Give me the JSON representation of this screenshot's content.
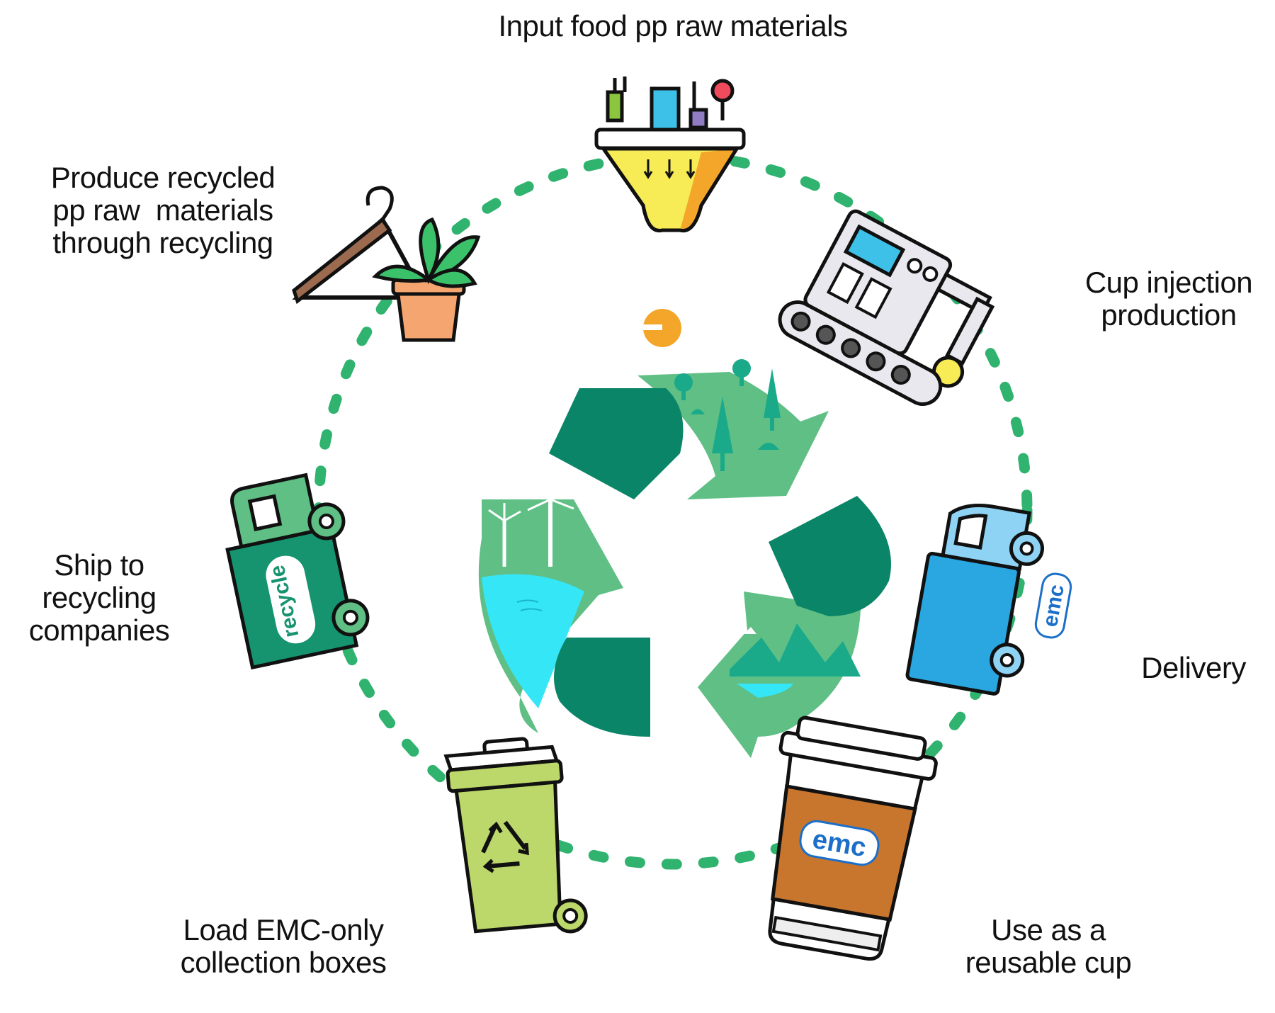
{
  "steps": [
    {
      "id": "input",
      "lines": [
        "Input food pp raw materials"
      ],
      "icon": "funnel-icon"
    },
    {
      "id": "injection",
      "lines": [
        "Cup injection",
        "production"
      ],
      "icon": "injection-machine-icon"
    },
    {
      "id": "delivery",
      "lines": [
        "Delivery"
      ],
      "icon": "delivery-truck-icon"
    },
    {
      "id": "use",
      "lines": [
        "Use as a",
        "reusable cup"
      ],
      "icon": "coffee-cup-icon"
    },
    {
      "id": "load",
      "lines": [
        "Load EMC-only",
        "collection boxes"
      ],
      "icon": "recycle-bin-icon"
    },
    {
      "id": "ship",
      "lines": [
        "Ship to",
        "recycling",
        "companies"
      ],
      "icon": "recycle-truck-icon"
    },
    {
      "id": "produce",
      "lines": [
        "Produce recycled",
        "pp raw  materials",
        "through recycling"
      ],
      "icon": "hanger-plant-icon"
    }
  ],
  "badges": {
    "emc": "emc",
    "recycle": "recycle"
  },
  "colors": {
    "dots": "#2fb36f",
    "dark_green": "#0a8568",
    "mid_green": "#5fbf85",
    "light_green": "#8dd39c",
    "teal": "#1aaa8a",
    "water": "#35e6f6",
    "sun": "#f4a62a",
    "truck_blue": "#2aa7e0",
    "cup_brown": "#c8762e",
    "bin_green": "#bcd86a",
    "truck_green": "#16946f"
  }
}
